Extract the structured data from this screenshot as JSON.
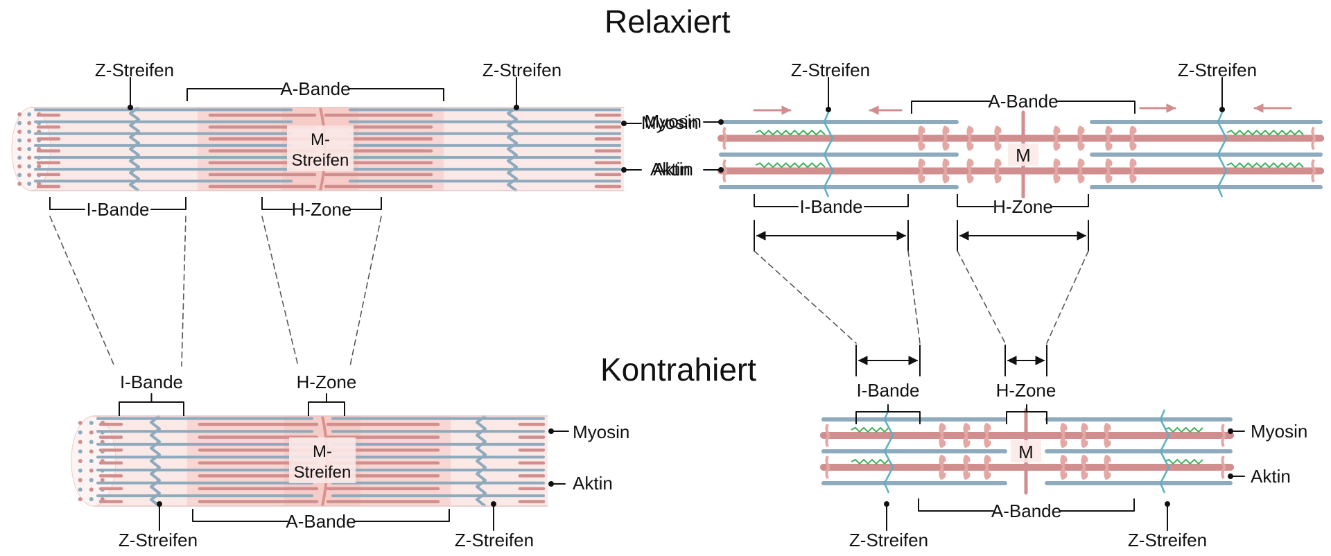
{
  "titles": {
    "relaxed": "Relaxiert",
    "contracted": "Kontrahiert"
  },
  "labels": {
    "z_line": "Z-Streifen",
    "a_band": "A-Bande",
    "i_band": "I-Bande",
    "h_zone": "H-Zone",
    "m_line_1": "M-",
    "m_line_2": "Streifen",
    "m": "M",
    "myosin": "Myosin",
    "actin": "Aktin"
  },
  "colors": {
    "actin": "#8eaabd",
    "myosin": "#d08e8e",
    "fiber_fill": "#fbe9e7",
    "a_band_fill": "#f7d6d3",
    "titin": "#3bb25a",
    "z_line": "#5ab0c2",
    "head": "#e3a8a4",
    "ink": "#111111"
  }
}
